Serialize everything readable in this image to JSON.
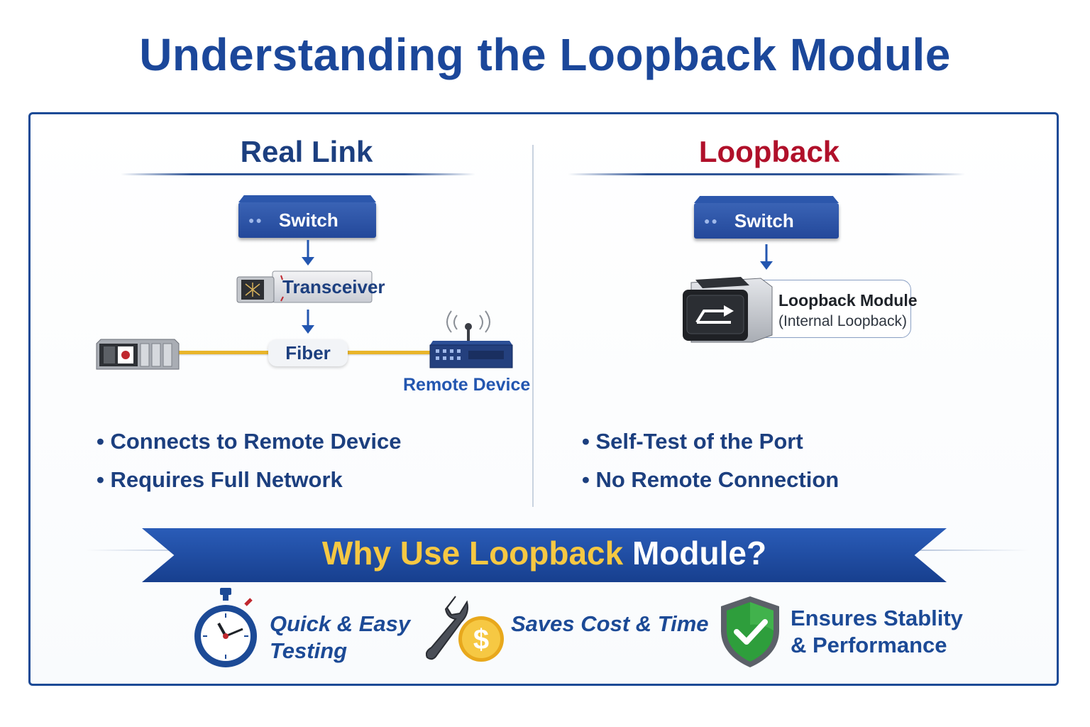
{
  "title": "Understanding the Loopback Module",
  "left": {
    "heading": "Real Link",
    "switch_label": "Switch",
    "transceiver_label": "Transceiver",
    "fiber_label": "Fiber",
    "remote_label": "Remote Device",
    "bullets": [
      "Connects to Remote Device",
      "Requires Full Network"
    ]
  },
  "right": {
    "heading": "Loopback",
    "switch_label": "Switch",
    "module_label": "Loopback Module",
    "module_sub": "(Internal Loopback)",
    "bullets": [
      "Self-Test of the Port",
      "No Remote Connection"
    ]
  },
  "banner": {
    "highlight": "Why Use Loopback",
    "rest": "Module?"
  },
  "features": [
    {
      "line1": "Quick & Easy",
      "line2": "Testing",
      "icon": "stopwatch-icon"
    },
    {
      "line1": "Saves Cost & Time",
      "icon": "wrench-dollar-icon"
    },
    {
      "line1": "Ensures Stablity",
      "line2": "& Performance",
      "icon": "shield-check-icon"
    }
  ],
  "colors": {
    "brand_blue": "#1b479a",
    "loopback_red": "#b0102a",
    "banner_gold": "#f6c843",
    "fiber_yellow": "#e9b52a"
  }
}
